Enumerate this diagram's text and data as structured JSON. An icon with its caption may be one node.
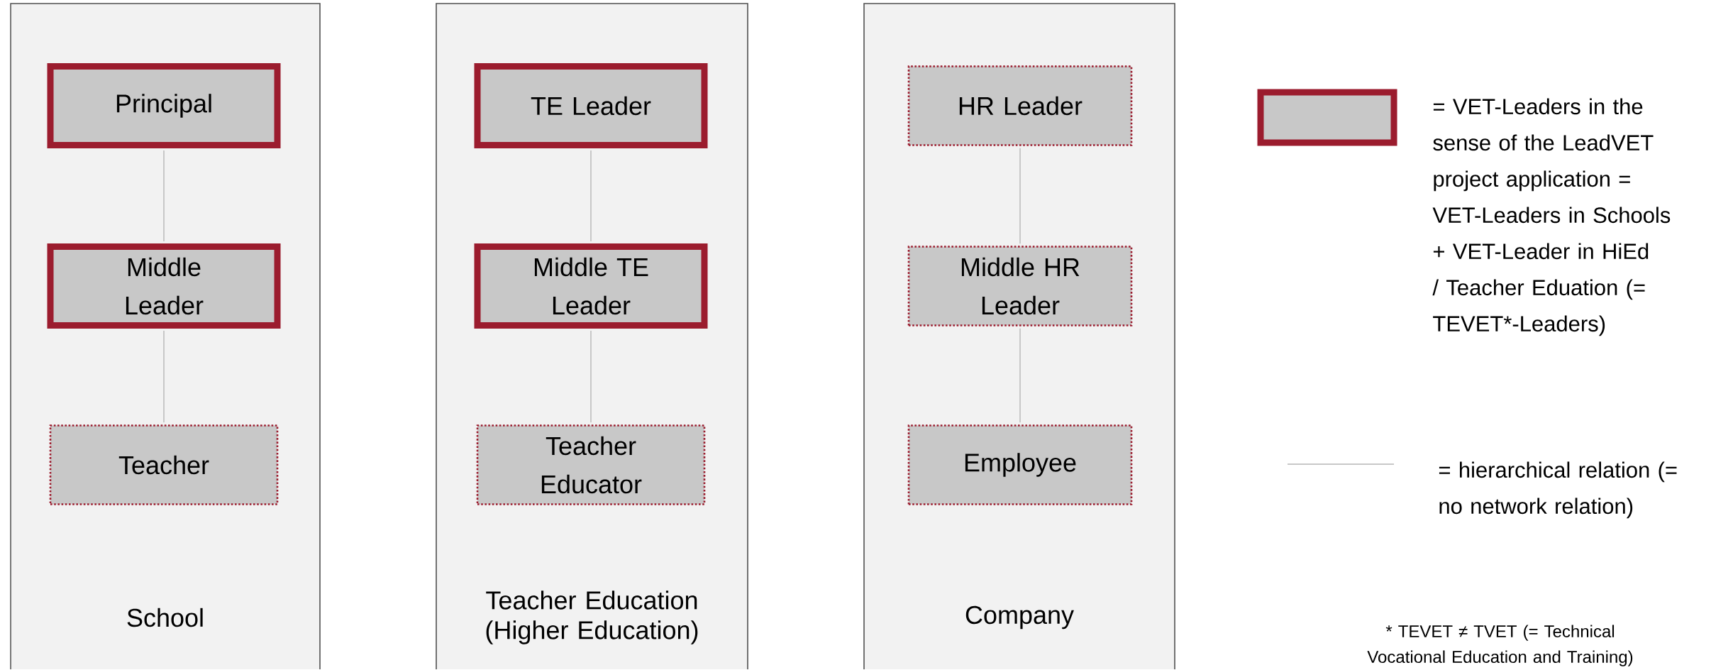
{
  "diagram": {
    "nodes": [
      {
        "text": [
          "School"
        ]
      },
      {
        "text": [
          "Teacher Education (Higher Education)"
        ]
      },
      {
        "text": [
          "Company"
        ]
      },
      {
        "text": [
          "Principal"
        ],
        "in": 0
      },
      {
        "text": [
          "Middle Leader"
        ],
        "in": 0
      },
      {
        "text": [
          "Teacher"
        ],
        "in": 0
      },
      {
        "text": [
          "TE Leader"
        ],
        "in": 1
      },
      {
        "text": [
          "Middle TE Leader"
        ],
        "in": 1
      },
      {
        "text": [
          "Teacher Educator"
        ],
        "in": 1
      },
      {
        "text": [
          "HR Leader"
        ],
        "in": 2
      },
      {
        "text": [
          "Middle HR Leader"
        ],
        "in": 2
      },
      {
        "text": [
          "Employee"
        ],
        "in": 2
      }
    ],
    "edges": [
      {
        "from": 3,
        "to": 4,
        "arrow": "none"
      },
      {
        "from": 4,
        "to": 5,
        "arrow": "none"
      },
      {
        "from": 6,
        "to": 7,
        "arrow": "none"
      },
      {
        "from": 7,
        "to": 8,
        "arrow": "none"
      },
      {
        "from": 9,
        "to": 10,
        "arrow": "none"
      },
      {
        "from": 10,
        "to": 11,
        "arrow": "none"
      }
    ],
    "labels": [
      "* TEVET ≠ TVET (= Technical Vocational Education and Training)"
    ],
    "legend": [
      {
        "text": "= VET-Leaders in the sense of the LeadVET project application = VET-Leaders in Schools + VET-Leader in HiEd / Teacher Eduation (= TEVET*-Leaders)"
      },
      {
        "text": "= hierarchical relation (= no network relation)"
      }
    ]
  }
}
